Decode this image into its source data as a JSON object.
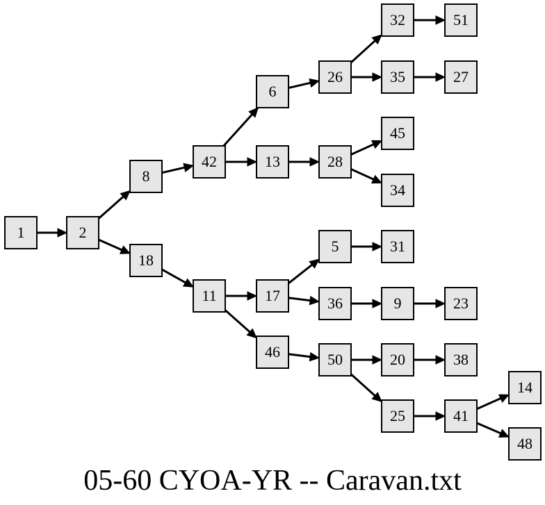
{
  "diagram": {
    "title": "05-60 CYOA-YR -- Caravan.txt",
    "node_fill": "#e6e6e6",
    "node_stroke": "#000000",
    "nodes": [
      {
        "id": "n1",
        "label": "1"
      },
      {
        "id": "n2",
        "label": "2"
      },
      {
        "id": "n8",
        "label": "8"
      },
      {
        "id": "n18",
        "label": "18"
      },
      {
        "id": "n42",
        "label": "42"
      },
      {
        "id": "n11",
        "label": "11"
      },
      {
        "id": "n6",
        "label": "6"
      },
      {
        "id": "n13",
        "label": "13"
      },
      {
        "id": "n17",
        "label": "17"
      },
      {
        "id": "n46",
        "label": "46"
      },
      {
        "id": "n26",
        "label": "26"
      },
      {
        "id": "n28",
        "label": "28"
      },
      {
        "id": "n5",
        "label": "5"
      },
      {
        "id": "n36",
        "label": "36"
      },
      {
        "id": "n50",
        "label": "50"
      },
      {
        "id": "n32",
        "label": "32"
      },
      {
        "id": "n35",
        "label": "35"
      },
      {
        "id": "n45",
        "label": "45"
      },
      {
        "id": "n34",
        "label": "34"
      },
      {
        "id": "n31",
        "label": "31"
      },
      {
        "id": "n9",
        "label": "9"
      },
      {
        "id": "n20",
        "label": "20"
      },
      {
        "id": "n25",
        "label": "25"
      },
      {
        "id": "n51",
        "label": "51"
      },
      {
        "id": "n27",
        "label": "27"
      },
      {
        "id": "n23",
        "label": "23"
      },
      {
        "id": "n38",
        "label": "38"
      },
      {
        "id": "n41",
        "label": "41"
      },
      {
        "id": "n14",
        "label": "14"
      },
      {
        "id": "n48",
        "label": "48"
      }
    ],
    "edges": [
      {
        "from": "n1",
        "to": "n2"
      },
      {
        "from": "n2",
        "to": "n8"
      },
      {
        "from": "n2",
        "to": "n18"
      },
      {
        "from": "n8",
        "to": "n42"
      },
      {
        "from": "n18",
        "to": "n11"
      },
      {
        "from": "n42",
        "to": "n6"
      },
      {
        "from": "n42",
        "to": "n13"
      },
      {
        "from": "n11",
        "to": "n17"
      },
      {
        "from": "n11",
        "to": "n46"
      },
      {
        "from": "n6",
        "to": "n26"
      },
      {
        "from": "n13",
        "to": "n28"
      },
      {
        "from": "n17",
        "to": "n5"
      },
      {
        "from": "n17",
        "to": "n36"
      },
      {
        "from": "n46",
        "to": "n50"
      },
      {
        "from": "n26",
        "to": "n32"
      },
      {
        "from": "n26",
        "to": "n35"
      },
      {
        "from": "n28",
        "to": "n45"
      },
      {
        "from": "n28",
        "to": "n34"
      },
      {
        "from": "n5",
        "to": "n31"
      },
      {
        "from": "n36",
        "to": "n9"
      },
      {
        "from": "n50",
        "to": "n20"
      },
      {
        "from": "n50",
        "to": "n25"
      },
      {
        "from": "n32",
        "to": "n51"
      },
      {
        "from": "n35",
        "to": "n27"
      },
      {
        "from": "n9",
        "to": "n23"
      },
      {
        "from": "n20",
        "to": "n38"
      },
      {
        "from": "n25",
        "to": "n41"
      },
      {
        "from": "n41",
        "to": "n14"
      },
      {
        "from": "n41",
        "to": "n48"
      }
    ]
  }
}
